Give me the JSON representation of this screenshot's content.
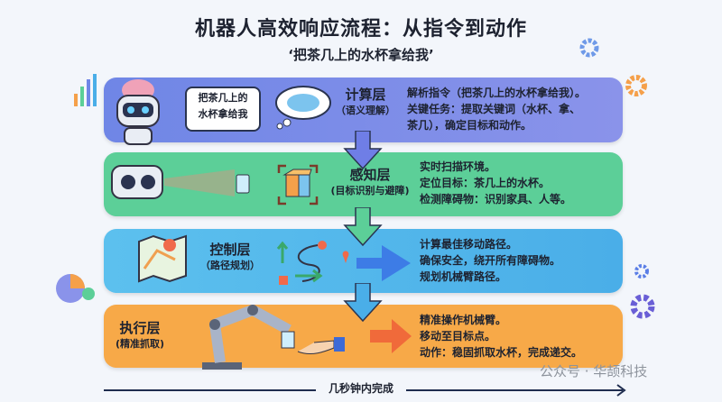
{
  "header": {
    "title": "机器人高效响应流程：从指令到动作",
    "subtitle": "‘把茶几上的水杯拿给我’"
  },
  "layers": [
    {
      "name": "计算层",
      "sub": "（语义理解）",
      "bubble": [
        "把茶几上的",
        "水杯拿给我"
      ],
      "desc": [
        "解析指令（把茶几上的水杯拿给我）。",
        "关键任务：提取关键词（水杯、拿、",
        "茶几），确定目标和动作。"
      ],
      "color": "#7a8ce8"
    },
    {
      "name": "感知层",
      "sub": "(目标识别与避障)",
      "desc": [
        "实时扫描环境。",
        "定位目标：茶几上的水杯。",
        "检测障碍物：识别家具、人等。"
      ],
      "color": "#5ccf98"
    },
    {
      "name": "控制层",
      "sub": "（路径规划）",
      "desc": [
        "计算最佳移动路径。",
        "确保安全，绕开所有障碍物。",
        "规划机械臂路径。"
      ],
      "color": "#4fb4ea"
    },
    {
      "name": "执行层",
      "sub": "(精准抓取)",
      "desc": [
        "精准操作机械臂。",
        "移动至目标点。",
        "动作：稳固抓取水杯，完成递交。"
      ],
      "color": "#f7a948"
    }
  ],
  "timeline": {
    "label": "几秒钟内完成"
  },
  "watermark": "公众号 · 华颉科技"
}
